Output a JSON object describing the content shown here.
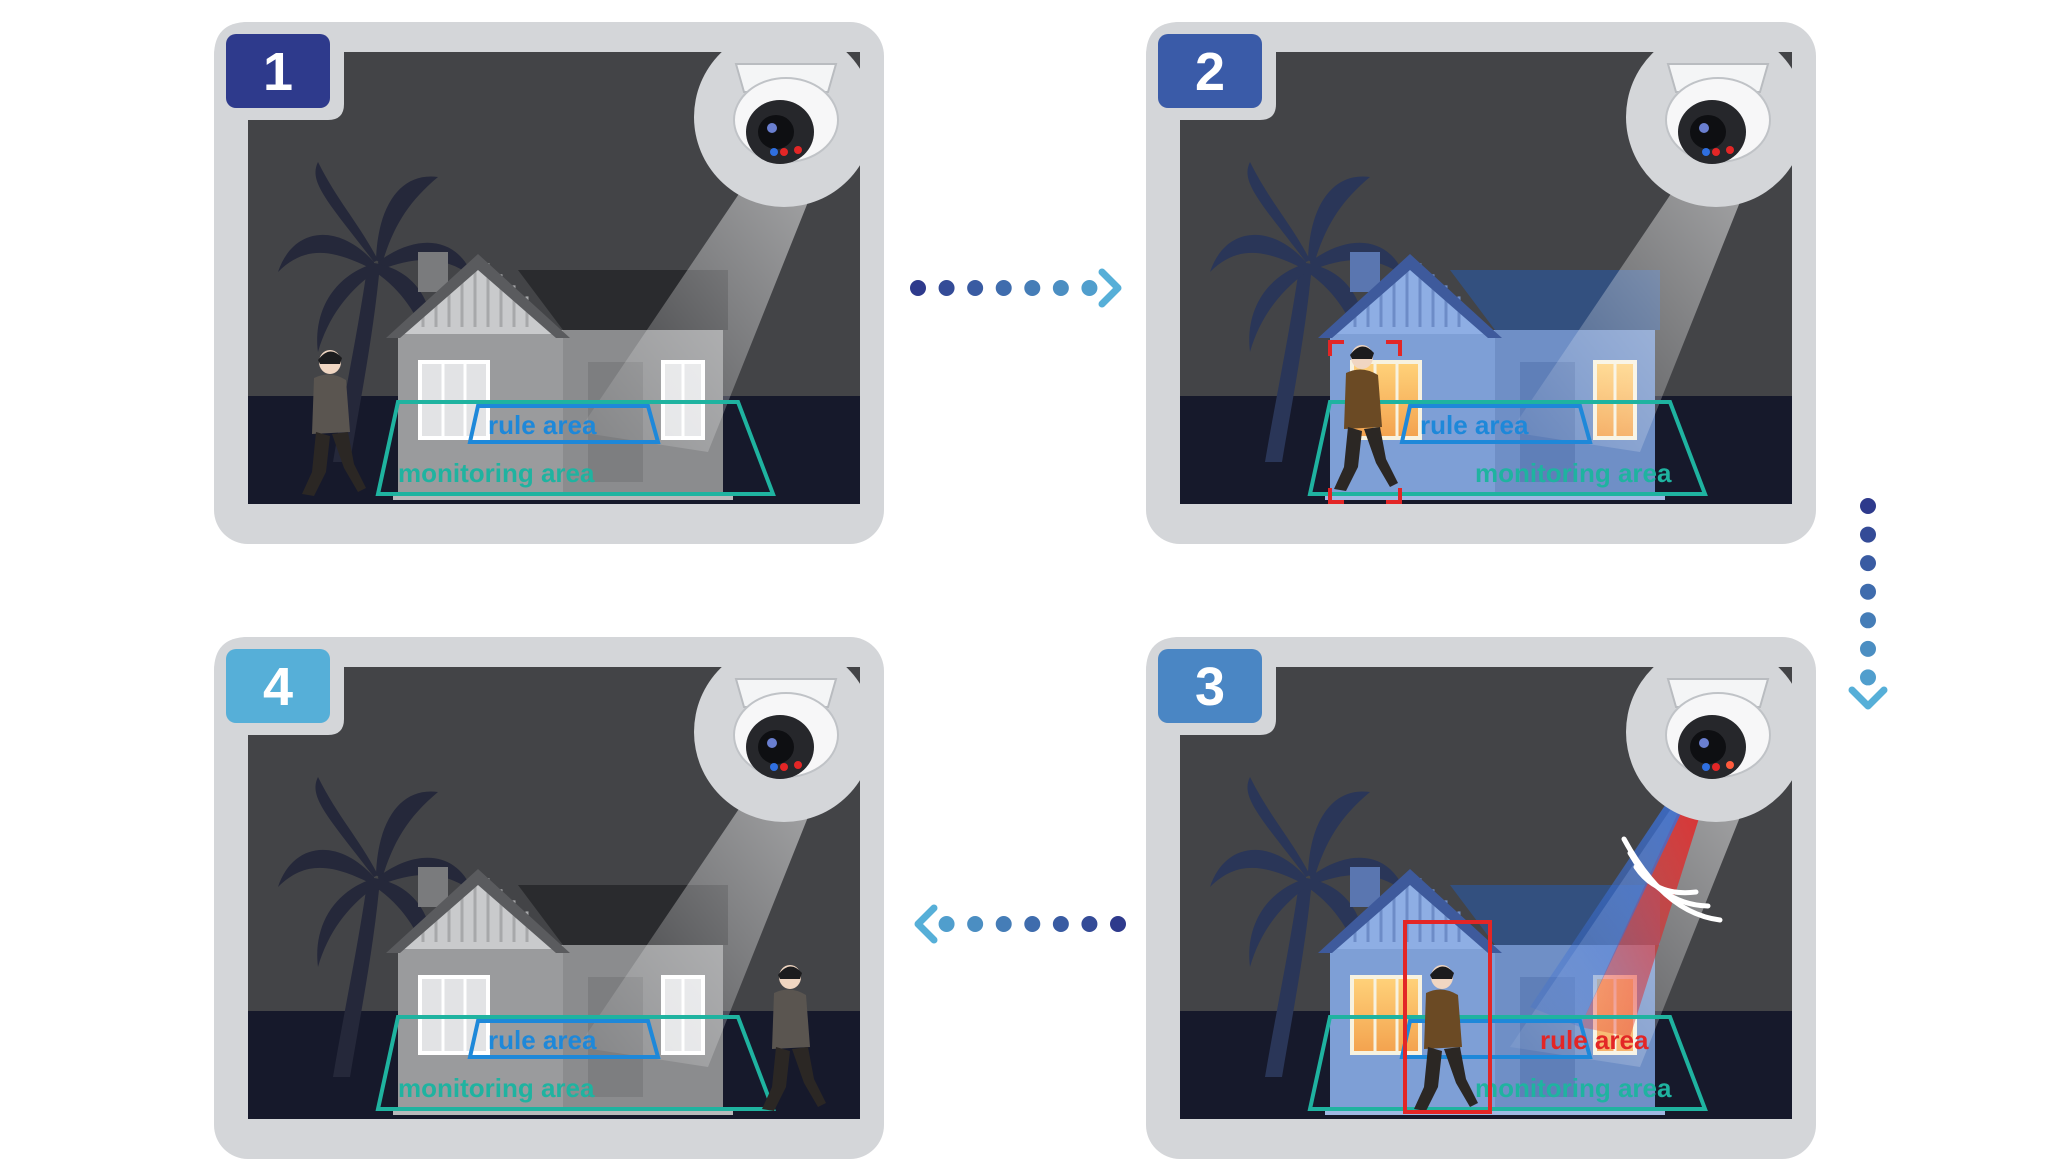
{
  "panels": [
    {
      "step": "1",
      "state": "dark",
      "person": "left-outside",
      "labels": {
        "rule": "rule area",
        "monitoring": "monitoring area"
      }
    },
    {
      "step": "2",
      "state": "lit",
      "person": "detected",
      "labels": {
        "rule": "rule area",
        "monitoring": "monitoring area"
      }
    },
    {
      "step": "3",
      "state": "alarm",
      "person": "in-rule-area",
      "labels": {
        "rule": "rule area",
        "monitoring": "monitoring area"
      }
    },
    {
      "step": "4",
      "state": "dark",
      "person": "right-outside",
      "labels": {
        "rule": "rule area",
        "monitoring": "monitoring area"
      }
    }
  ],
  "flow": [
    "1",
    "2",
    "3",
    "4"
  ],
  "colors": {
    "frame": "#d4d6d9",
    "scene_bg": "#434447",
    "ground": "#16192b",
    "badge_1": "#2e3a8c",
    "badge_2": "#3a5ba8",
    "badge_3": "#4a86c4",
    "badge_4": "#56afd8",
    "rule_line": "#1e88d9",
    "monitor_line": "#1fb3a0",
    "alarm_red": "#e32626",
    "dot_dark": "#2e3a8c",
    "dot_light": "#56afd8"
  },
  "icons": {
    "camera": "dome-camera-icon",
    "tree": "palm-tree-icon",
    "person": "intruder-icon",
    "house": "house-icon",
    "arrow": "chevron-arrow-icon",
    "sound": "siren-wave-icon"
  }
}
